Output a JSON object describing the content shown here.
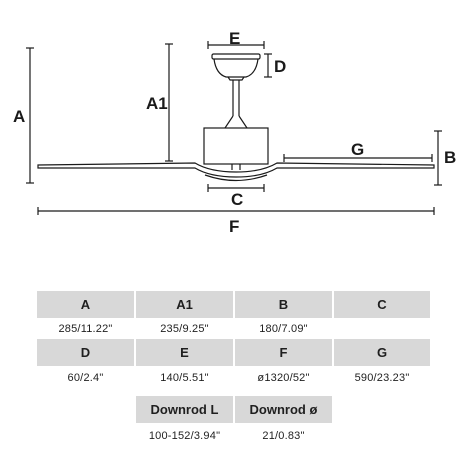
{
  "diagram": {
    "labels": {
      "A": "A",
      "A1": "A1",
      "B": "B",
      "C": "C",
      "D": "D",
      "E": "E",
      "F": "F",
      "G": "G"
    }
  },
  "table": {
    "row1": [
      {
        "header": "A",
        "value": "285/11.22\""
      },
      {
        "header": "A1",
        "value": "235/9.25\""
      },
      {
        "header": "B",
        "value": "180/7.09\""
      },
      {
        "header": "C",
        "value": ""
      }
    ],
    "row2": [
      {
        "header": "D",
        "value": "60/2.4\""
      },
      {
        "header": "E",
        "value": "140/5.51\""
      },
      {
        "header": "F",
        "value": "ø1320/52\""
      },
      {
        "header": "G",
        "value": "590/23.23\""
      }
    ],
    "row3": [
      {
        "header": "Downrod L",
        "value": "100-152/3.94\""
      },
      {
        "header": "Downrod ø",
        "value": "21/0.83\""
      }
    ]
  },
  "colors": {
    "header_bg": "#d8d8d8",
    "line": "#1a1a1a"
  }
}
